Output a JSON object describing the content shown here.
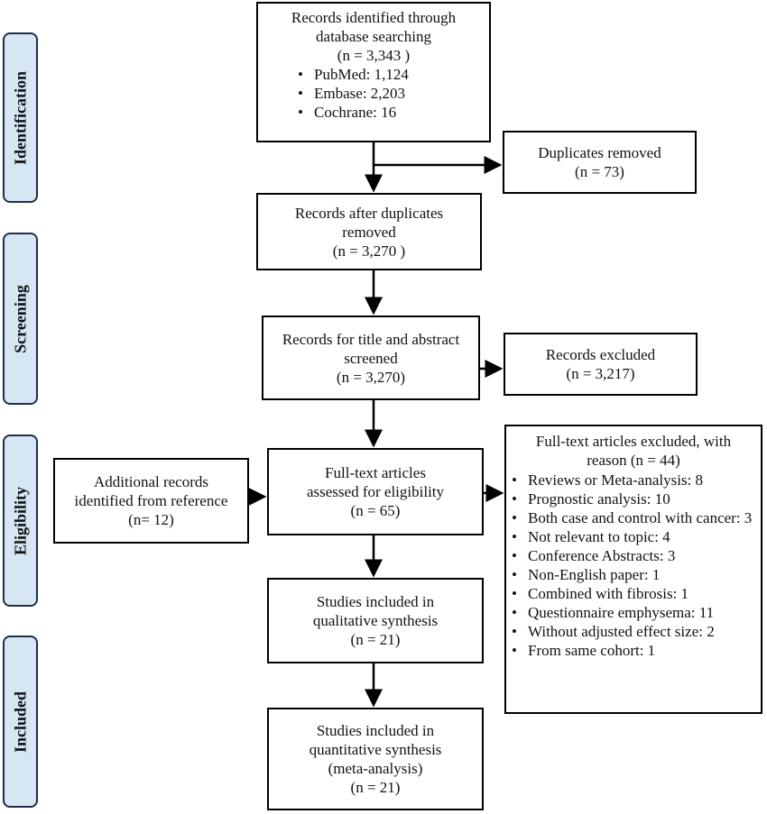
{
  "stages": [
    {
      "label": "Identification"
    },
    {
      "label": "Screening"
    },
    {
      "label": "Eligibility"
    },
    {
      "label": "Included"
    }
  ],
  "identified": {
    "lines": [
      "Records identified through",
      "database searching",
      "(n = 3,343 )"
    ],
    "sources": [
      "PubMed: 1,124",
      "Embase: 2,203",
      "Cochrane: 16"
    ]
  },
  "duplicates": {
    "lines": [
      "Duplicates removed",
      "(n = 73)"
    ]
  },
  "after_duplicates": {
    "lines": [
      "Records after duplicates",
      "removed",
      "(n = 3,270 )"
    ]
  },
  "screened": {
    "lines": [
      "Records for title and abstract",
      "screened",
      "(n = 3,270)"
    ]
  },
  "excluded": {
    "lines": [
      "Records excluded",
      "(n = 3,217)"
    ]
  },
  "additional": {
    "lines": [
      "Additional records",
      "identified from reference",
      "(n= 12)"
    ]
  },
  "fulltext": {
    "lines": [
      "Full-text articles",
      "assessed for eligibility",
      "(n = 65)"
    ]
  },
  "fulltext_excluded": {
    "lines": [
      "Full-text articles excluded, with",
      "reason (n = 44)"
    ],
    "reasons": [
      "Reviews or Meta-analysis: 8",
      "Prognostic analysis: 10",
      "Both case and control with cancer: 3",
      "Not relevant to topic: 4",
      "Conference Abstracts: 3",
      "Non-English paper: 1",
      "Combined with fibrosis: 1",
      "Questionnaire emphysema: 11",
      "Without adjusted effect size: 2",
      "From same cohort: 1"
    ]
  },
  "qualitative": {
    "lines": [
      "Studies included in",
      "qualitative synthesis",
      "(n = 21)"
    ]
  },
  "quantitative": {
    "lines": [
      "Studies included in",
      "quantitative synthesis",
      "(meta-analysis)",
      "(n = 21)"
    ]
  }
}
